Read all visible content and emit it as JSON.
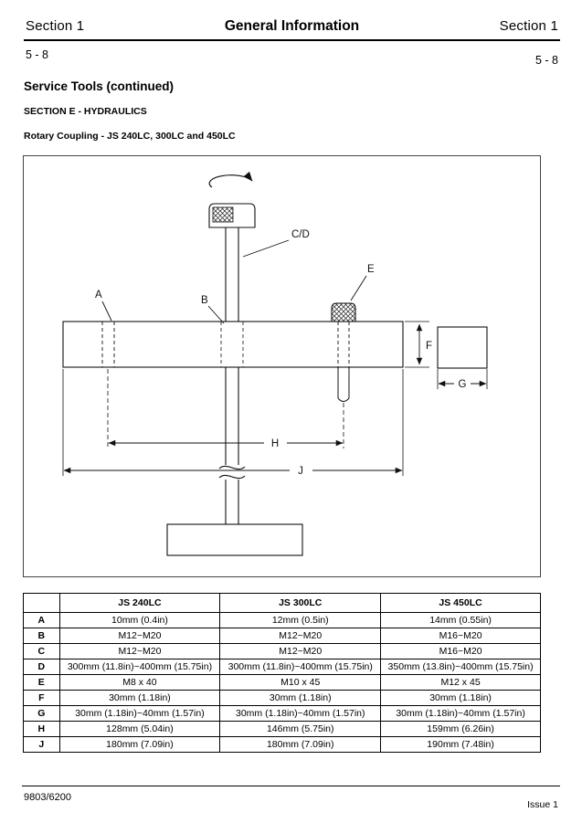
{
  "header": {
    "section_left": "Section 1",
    "title": "General Information",
    "section_right": "Section 1",
    "page_left": "5 - 8",
    "page_right": "5 - 8"
  },
  "headings": {
    "service_tools": "Service Tools (continued)",
    "section_e": "SECTION E - HYDRAULICS",
    "rotary_coupling": "Rotary Coupling - JS 240LC, 300LC and 450LC"
  },
  "diagram": {
    "labels": {
      "a": "A",
      "b": "B",
      "cd": "C/D",
      "e": "E",
      "f": "F",
      "g": "G",
      "h": "H",
      "j": "J"
    }
  },
  "table": {
    "columns": [
      "JS 240LC",
      "JS 300LC",
      "JS 450LC"
    ],
    "rows": [
      {
        "key": "A",
        "values": [
          "10mm (0.4in)",
          "12mm (0.5in)",
          "14mm (0.55in)"
        ]
      },
      {
        "key": "B",
        "values": [
          "M12~M20",
          "M12~M20",
          "M16~M20"
        ]
      },
      {
        "key": "C",
        "values": [
          "M12~M20",
          "M12~M20",
          "M16~M20"
        ]
      },
      {
        "key": "D",
        "values": [
          "300mm (11.8in)~400mm (15.75in)",
          "300mm (11.8in)~400mm (15.75in)",
          "350mm (13.8in)~400mm (15.75in)"
        ]
      },
      {
        "key": "E",
        "values": [
          "M8 x 40",
          "M10 x 45",
          "M12 x 45"
        ]
      },
      {
        "key": "F",
        "values": [
          "30mm (1.18in)",
          "30mm (1.18in)",
          "30mm (1.18in)"
        ]
      },
      {
        "key": "G",
        "values": [
          "30mm (1.18in)~40mm (1.57in)",
          "30mm (1.18in)~40mm (1.57in)",
          "30mm (1.18in)~40mm (1.57in)"
        ]
      },
      {
        "key": "H",
        "values": [
          "128mm (5.04in)",
          "146mm (5.75in)",
          "159mm (6.26in)"
        ]
      },
      {
        "key": "J",
        "values": [
          "180mm (7.09in)",
          "180mm (7.09in)",
          "190mm (7.48in)"
        ]
      }
    ]
  },
  "footer": {
    "left": "9803/6200",
    "right": "Issue 1"
  }
}
